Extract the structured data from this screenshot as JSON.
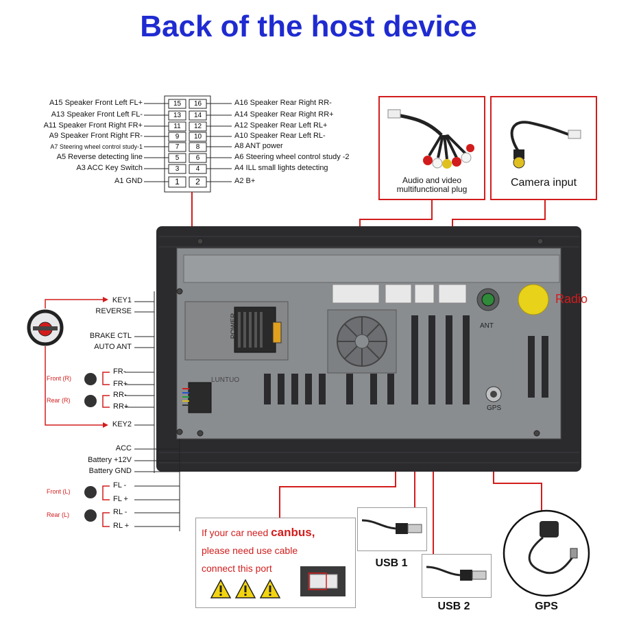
{
  "title": "Back of the host device",
  "harness": {
    "left_pins": [
      {
        "label": "A15  Speaker Front Left FL+",
        "a": "15"
      },
      {
        "label": "A13  Speaker Front Left FL-",
        "a": "13"
      },
      {
        "label": "A11  Speaker Front Right FR+",
        "a": "11"
      },
      {
        "label": "A9   Speaker Front Right FR-",
        "a": "9"
      },
      {
        "label": "A7   Steering wheel control study-1",
        "a": "7"
      },
      {
        "label": "A5   Reverse detecting line",
        "a": "5"
      },
      {
        "label": "A3 ACC Key Switch",
        "a": "3"
      },
      {
        "label": "A1 GND",
        "a": "1"
      }
    ],
    "right_pins": [
      {
        "label": "A16 Speaker Rear Right RR-",
        "b": "16"
      },
      {
        "label": "A14 Speaker Rear Right RR+",
        "b": "14"
      },
      {
        "label": "A12 Speaker Rear Left RL+",
        "b": "12"
      },
      {
        "label": "A10 Speaker Rear Left RL-",
        "b": "10"
      },
      {
        "label": "A8  ANT power",
        "b": "8"
      },
      {
        "label": "A6  Steering wheel control study -2",
        "b": "6"
      },
      {
        "label": "A4  ILL small lights detecting",
        "b": "4"
      },
      {
        "label": "A2  B+",
        "b": "2"
      }
    ]
  },
  "av_plug_caption_1": "Audio and video",
  "av_plug_caption_2": "multifunctional plug",
  "camera_caption": "Camera input",
  "radio_label": "Radio",
  "device": {
    "power": "POWER",
    "ant": "ANT",
    "gps": "GPS",
    "brand": "LUNTUO"
  },
  "left_wires": {
    "key1": "KEY1",
    "reverse": "REVERSE",
    "brake": "BRAKE CTL",
    "auto_ant": "AUTO ANT",
    "fr_minus": "FR-",
    "fr_plus": "FR+",
    "rr_minus": "RR-",
    "rr_plus": "RR+",
    "key2": "KEY2",
    "acc": "ACC",
    "battery12": "Battery +12V",
    "battery_gnd": "Battery GND",
    "fl_minus": "FL -",
    "fl_plus": "FL +",
    "rl_minus": "RL -",
    "rl_plus": "RL +"
  },
  "speakers": {
    "front_r": "Front (R)",
    "rear_r": "Rear (R)",
    "front_l": "Front (L)",
    "rear_l": "Rear (L)",
    "minus": "-",
    "plus": "+"
  },
  "canbus": {
    "line1_pre": "If your car need ",
    "line1_bold": "canbus,",
    "line2": "please need use cable",
    "line3": "connect this port"
  },
  "usb1": "USB 1",
  "usb2": "USB 2",
  "gps_caption": "GPS",
  "colors": {
    "title": "#1f2bd0",
    "accent_red": "#d21c1c",
    "device_gray": "#8a8d90",
    "frame_dark": "#2b2b2e"
  }
}
